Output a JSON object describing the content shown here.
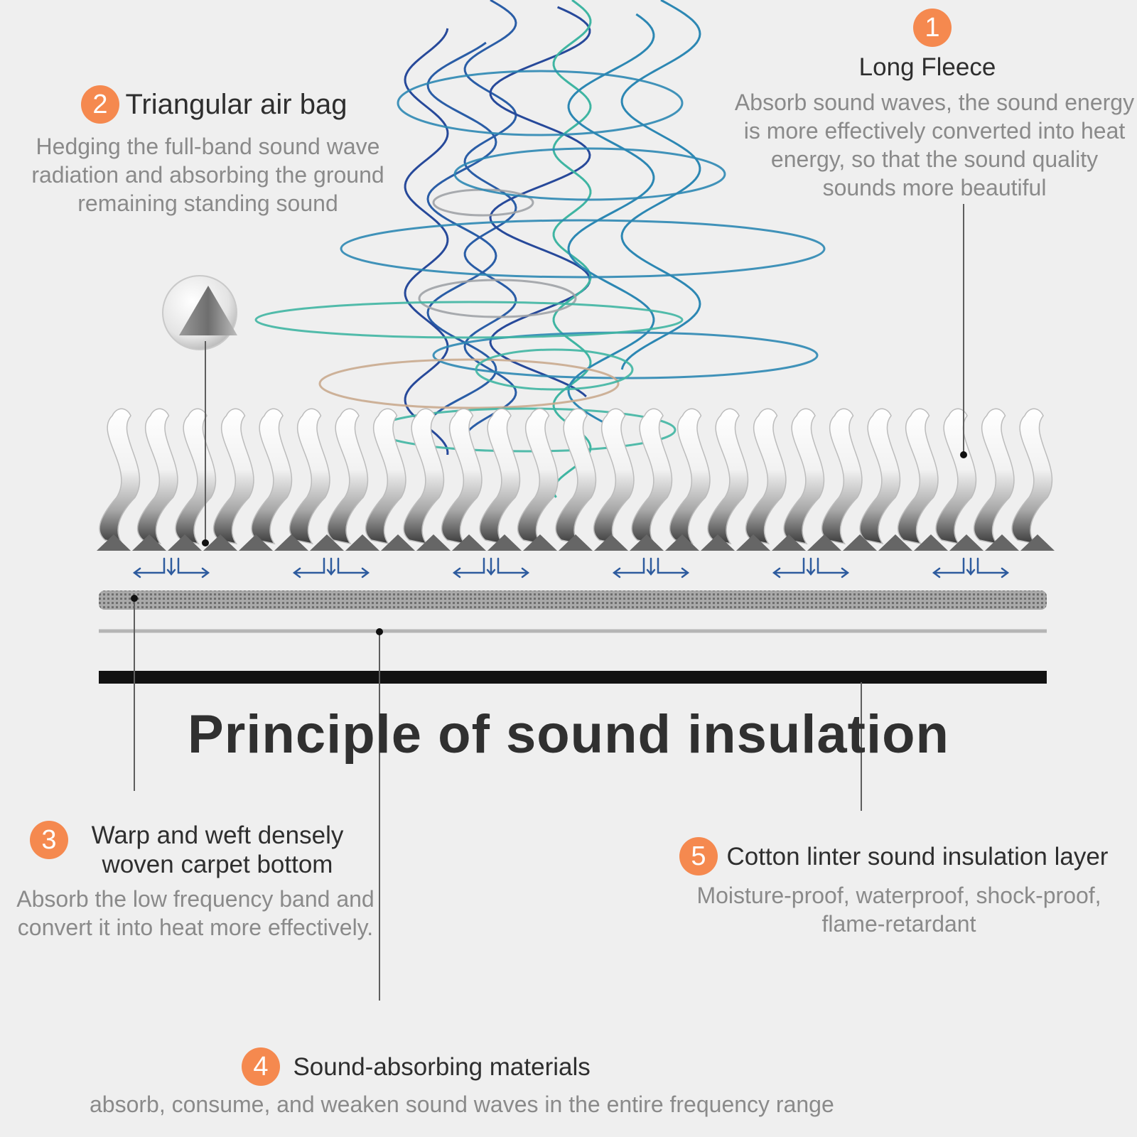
{
  "title": "Principle of sound insulation",
  "accent_color": "#f5894f",
  "wave_colors": [
    "#2a5da6",
    "#2c87b3",
    "#3fb5a2",
    "#27499a",
    "#c9aa8e",
    "#9fa2a6"
  ],
  "items": [
    {
      "number": "1",
      "title": "Long Fleece",
      "description": "Absorb sound waves, the sound energy is more effectively converted into heat energy, so that the sound quality sounds more beautiful"
    },
    {
      "number": "2",
      "title": "Triangular air bag",
      "description": "Hedging the full-band sound wave radiation and absorbing the ground remaining standing sound"
    },
    {
      "number": "3",
      "title": "Warp and weft densely woven carpet bottom",
      "description": "Absorb the low frequency band and convert it into heat more effectively."
    },
    {
      "number": "4",
      "title": "Sound-absorbing materials",
      "description": "absorb, consume, and weaken sound waves in the entire frequency range"
    },
    {
      "number": "5",
      "title": "Cotton linter sound insulation layer",
      "description": "Moisture-proof, waterproof, shock-proof, flame-retardant"
    }
  ]
}
